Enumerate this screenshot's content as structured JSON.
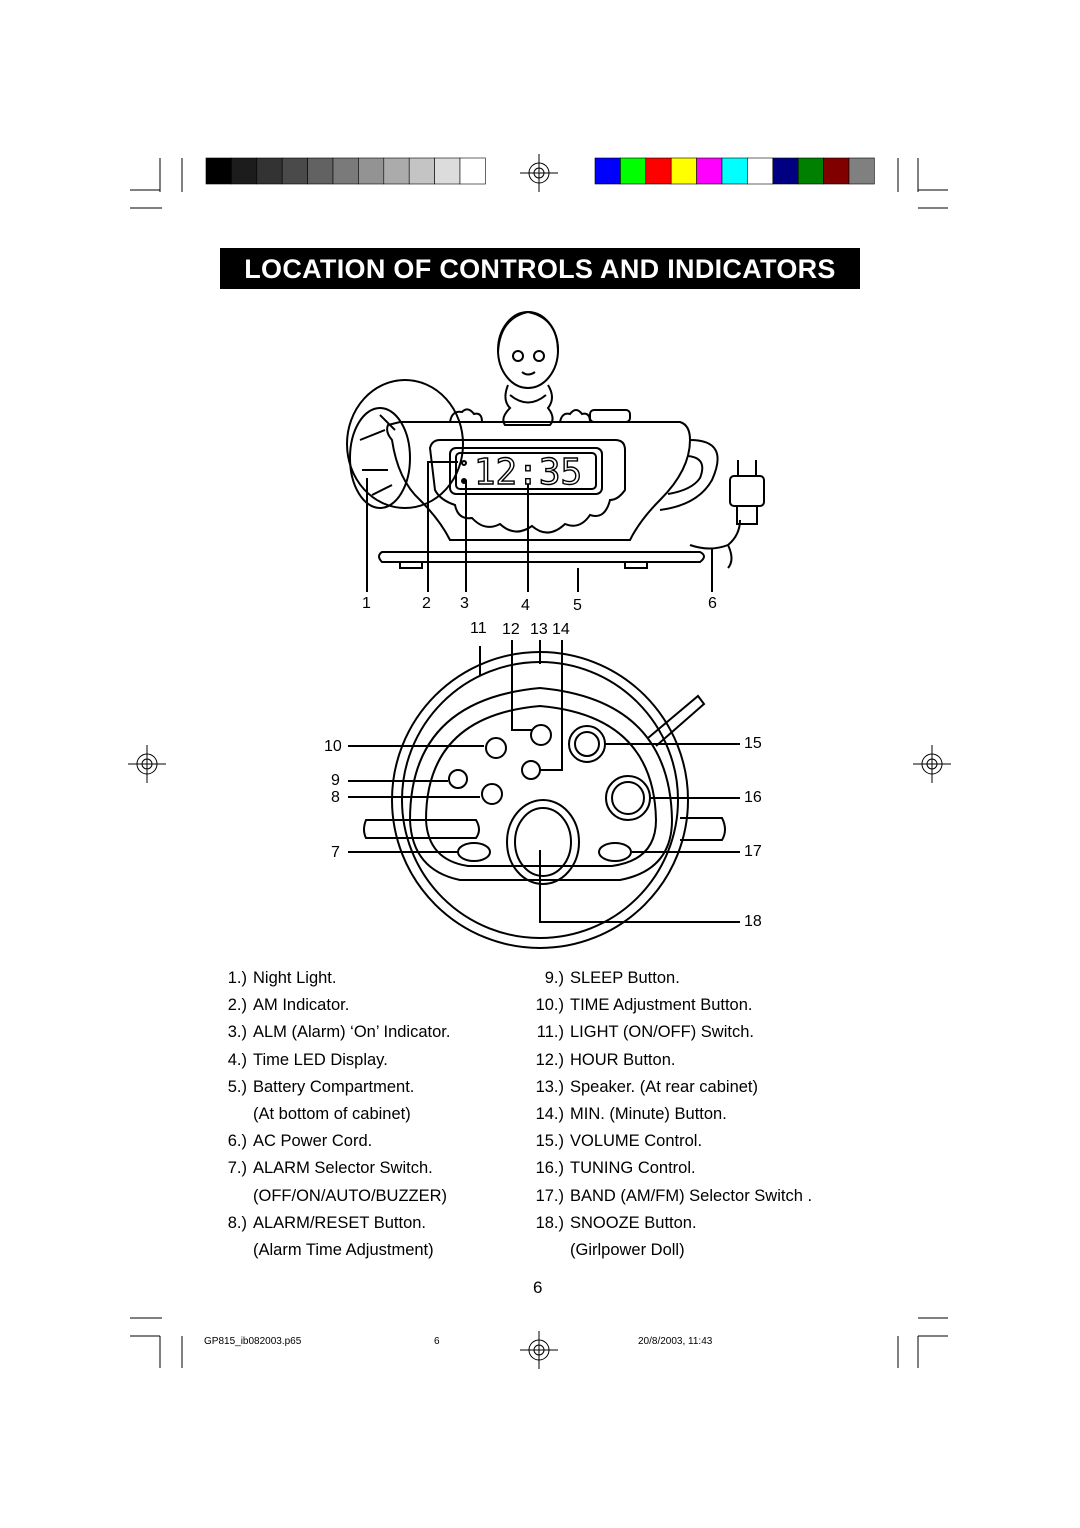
{
  "title": "LOCATION OF CONTROLS AND INDICATORS",
  "clock_display": "12:35",
  "callouts": {
    "c1": "1",
    "c2": "2",
    "c3": "3",
    "c4": "4",
    "c5": "5",
    "c6": "6",
    "c7": "7",
    "c8": "8",
    "c9": "9",
    "c10": "10",
    "c11": "11",
    "c12": "12",
    "c13": "13",
    "c14": "14",
    "c15": "15",
    "c16": "16",
    "c17": "17",
    "c18": "18"
  },
  "legend_left": [
    {
      "num": "1.)",
      "text": "Night Light."
    },
    {
      "num": "2.)",
      "text": "AM Indicator."
    },
    {
      "num": "3.)",
      "text": "ALM (Alarm) ‘On’ Indicator."
    },
    {
      "num": "4.)",
      "text": "Time LED Display."
    },
    {
      "num": "5.)",
      "text": "Battery Compartment."
    },
    {
      "num": "",
      "text": "(At bottom of cabinet)"
    },
    {
      "num": "6.)",
      "text": "AC Power Cord."
    },
    {
      "num": "7.)",
      "text": "ALARM Selector Switch."
    },
    {
      "num": "",
      "text": "(OFF/ON/AUTO/BUZZER)"
    },
    {
      "num": "8.)",
      "text": "ALARM/RESET Button."
    },
    {
      "num": "",
      "text": "(Alarm Time Adjustment)"
    }
  ],
  "legend_right": [
    {
      "num": "9.)",
      "text": "SLEEP Button."
    },
    {
      "num": "10.)",
      "text": "TIME Adjustment Button."
    },
    {
      "num": "11.)",
      "text": "LIGHT (ON/OFF) Switch."
    },
    {
      "num": "12.)",
      "text": "HOUR Button."
    },
    {
      "num": "13.)",
      "text": "Speaker. (At rear cabinet)"
    },
    {
      "num": "14.)",
      "text": "MIN. (Minute) Button."
    },
    {
      "num": "15.)",
      "text": "VOLUME Control."
    },
    {
      "num": "16.)",
      "text": "TUNING Control."
    },
    {
      "num": "17.)",
      "text": "BAND (AM/FM) Selector Switch ."
    },
    {
      "num": "18.)",
      "text": "SNOOZE Button."
    },
    {
      "num": "",
      "text": "(Girlpower Doll)"
    }
  ],
  "page_number": "6",
  "footer": {
    "file": "GP815_ib082003.p65",
    "page": "6",
    "date": "20/8/2003, 11:43"
  },
  "colors": {
    "gray_bar": [
      "#000000",
      "#1c1c1c",
      "#333333",
      "#4a4a4a",
      "#626262",
      "#7a7a7a",
      "#939393",
      "#ababab",
      "#c4c4c4",
      "#dcdcdc",
      "#ffffff"
    ],
    "color_bar": [
      "#0000ff",
      "#00ff00",
      "#ff0000",
      "#ffff00",
      "#ff00ff",
      "#00ffff",
      "#ffffff",
      "#000080",
      "#008000",
      "#800000",
      "#808080"
    ]
  }
}
